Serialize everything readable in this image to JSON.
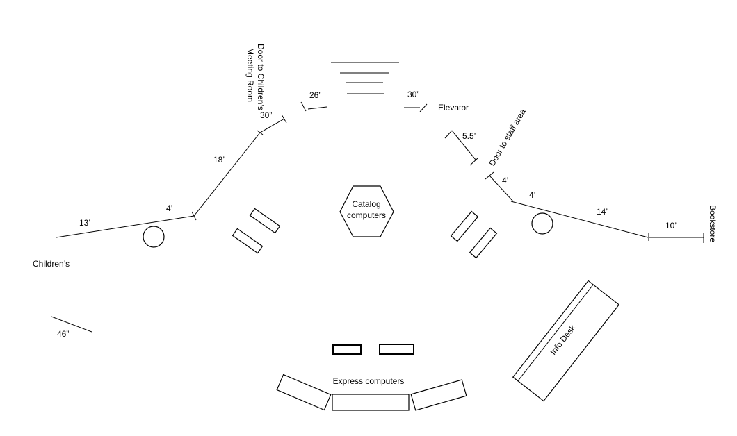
{
  "labels": {
    "door_childrens_meeting_room_line1": "Door to Children’s",
    "door_childrens_meeting_room_line2": "Meeting Room",
    "elevator": "Elevator",
    "door_staff_area": "Door to staff area",
    "bookstore": "Bookstore",
    "childrens": "Children’s",
    "catalog_computers_line1": "Catalog",
    "catalog_computers_line2": "computers",
    "express_computers": "Express computers",
    "info_desk": "Info Desk"
  },
  "measurements": {
    "m_26in": "26”",
    "m_30in_right": "30”",
    "m_30in_left": "30”",
    "m_18ft": "18’",
    "m_4ft_left": "4’",
    "m_13ft": "13’",
    "m_5_5ft": "5.5’",
    "m_4ft_staff": "4’",
    "m_4ft_right": "4’",
    "m_14ft": "14’",
    "m_10ft": "10’",
    "m_46in": "46”"
  }
}
